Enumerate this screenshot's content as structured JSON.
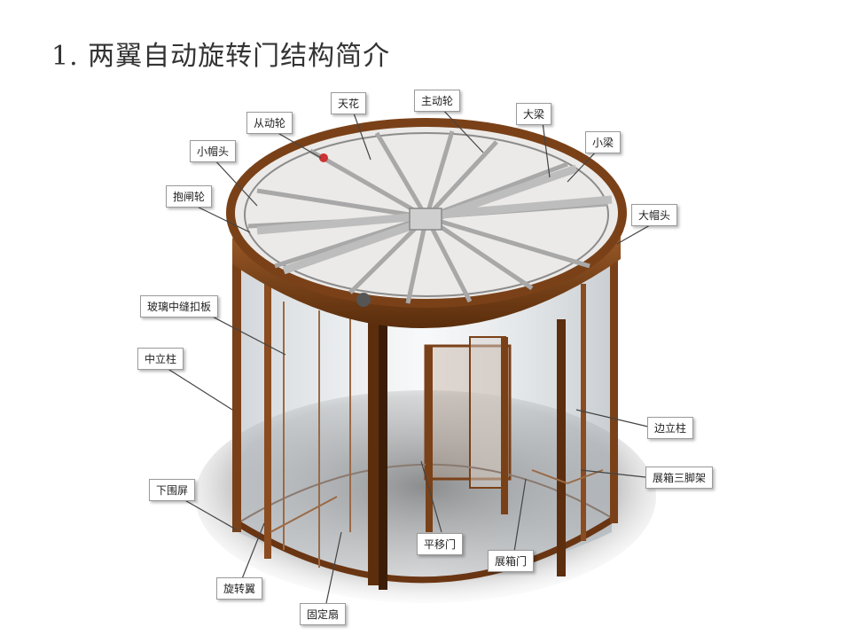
{
  "title": "1. 两翼自动旋转门结构简介",
  "labels": {
    "tianhua": "天花",
    "zhudonglun": "主动轮",
    "congdonglun": "从动轮",
    "daliang": "大梁",
    "xiaomaotou": "小帽头",
    "xiaoliang": "小梁",
    "baozhalun": "抱闸轮",
    "damaotou": "大帽头",
    "boli": "玻璃中缝扣板",
    "zhonglizhu": "中立柱",
    "bianlizhu": "边立柱",
    "zhanxiang": "展箱三脚架",
    "xiaweiping": "下围屏",
    "pingyimen": "平移门",
    "zhanxiangmen": "展箱门",
    "xuanzhuanyi": "旋转翼",
    "gudingshan": "固定扇"
  },
  "colors": {
    "frame": "#7a4118",
    "frame_dark": "#4e2709",
    "glass": "#c9cfd4",
    "shadow": "#6e6e6e"
  }
}
